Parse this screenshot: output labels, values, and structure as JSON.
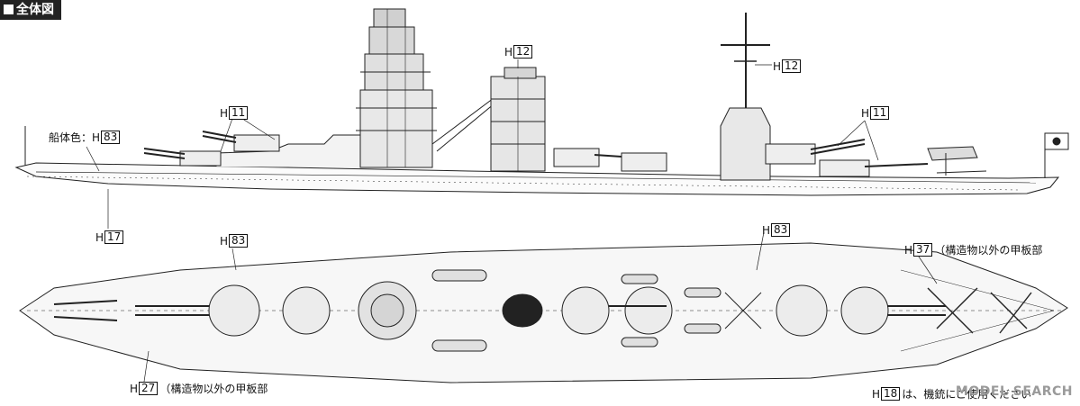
{
  "header": {
    "title": "全体図"
  },
  "labels": {
    "hull_color": {
      "text": "船体色：H",
      "code": "83"
    },
    "h11_left": {
      "prefix": "H",
      "code": "11"
    },
    "h12_funnel": {
      "prefix": "H",
      "code": "12"
    },
    "h12_mast": {
      "prefix": "H",
      "code": "12"
    },
    "h11_right": {
      "prefix": "H",
      "code": "11"
    },
    "h17": {
      "prefix": "H",
      "code": "17"
    },
    "h83_top_left": {
      "prefix": "H",
      "code": "83"
    },
    "h83_top_mid": {
      "prefix": "H",
      "code": "83"
    },
    "h37": {
      "prefix": "H",
      "code": "37",
      "note": "（構造物以外の甲板部"
    },
    "h27": {
      "prefix": "H",
      "code": "27",
      "note": "（構造物以外の甲板部"
    },
    "h18": {
      "prefix": "H",
      "code": "18",
      "note": "は、機銃にご使用ください"
    }
  },
  "watermark": "MODEL SEARCH"
}
